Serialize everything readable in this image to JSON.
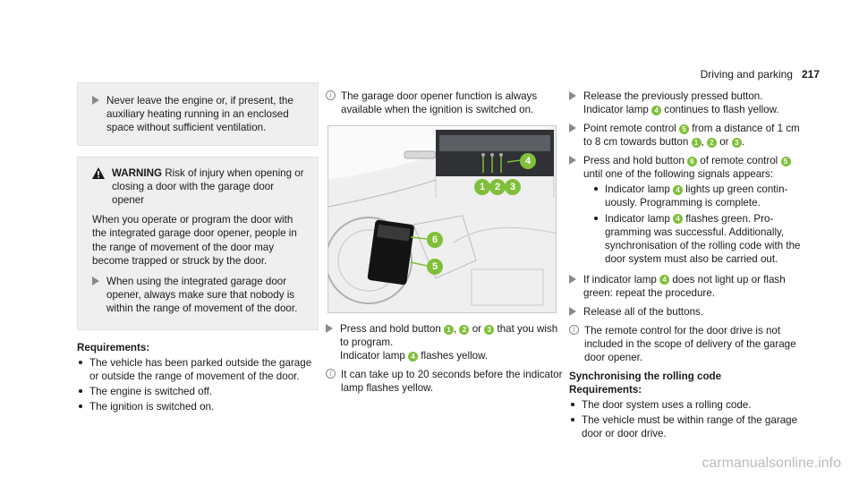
{
  "header": {
    "section": "Driving and parking",
    "page": "217"
  },
  "col1": {
    "box1_text": "Never leave the engine or, if present, the auxiliary heating running in an enclosed space without sufficient venti­lation.",
    "warning": {
      "label": "WARNING",
      "lead": "Risk of injury when opening or closing a door with the garage door opener",
      "body": "When you operate or program the door with the integrated garage door opener, people in the range of movement of the door may become trapped or struck by the door.",
      "bullet": "When using the integrated garage door opener, always make sure that nobody is within the range of movement of the door."
    },
    "requirements_title": "Requirements:",
    "requirements": [
      "The vehicle has been parked outside the garage or outside the range of movement of the door.",
      "The engine is switched off.",
      "The ignition is switched on."
    ]
  },
  "col2": {
    "info1": "The garage door opener function is always available when the ignition is switched on.",
    "step1_pre": "Press and hold button",
    "step1_or": "or",
    "step1_post": "that you wish to program.",
    "step1_line2_pre": "Indicator lamp",
    "step1_line2_post": "flashes yellow.",
    "info2": "It can take up to 20 seconds before the indi­cator lamp flashes yellow.",
    "callouts": [
      "1",
      "2",
      "3",
      "4",
      "5",
      "6"
    ]
  },
  "col3": {
    "step1": "Release the previously pressed button.",
    "step1b_pre": "Indicator lamp",
    "step1b_post": "continues to flash yellow.",
    "step2_pre": "Point remote control",
    "step2_mid": "from a distance of 1 cm to 8 cm towards button",
    "step2_or": "or",
    "step3_pre": "Press and hold button",
    "step3_mid": "of remote control",
    "step3_post": "until one of the following signals appears:",
    "sub1_pre": "Indicator lamp",
    "sub1_post": "lights up green contin­uously. Programming is complete.",
    "sub2_pre": "Indicator lamp",
    "sub2_post": "flashes green. Pro­gramming was successful. Additionally, synchronisation of the rolling code with the door system must also be carried out.",
    "step4_pre": "If indicator lamp",
    "step4_post": "does not light up or flash green: repeat the procedure.",
    "step5": "Release all of the buttons.",
    "info": "The remote control for the door drive is not included in the scope of delivery of the garage door opener.",
    "sync_title": "Synchronising the rolling code",
    "req_title": "Requirements:",
    "req": [
      "The door system uses a rolling code.",
      "The vehicle must be within range of the garage door or door drive."
    ]
  },
  "footer": {
    "watermark": "carmanualsonline.info"
  },
  "colors": {
    "callout": "#7fbf3a",
    "box_bg": "#efefef"
  }
}
